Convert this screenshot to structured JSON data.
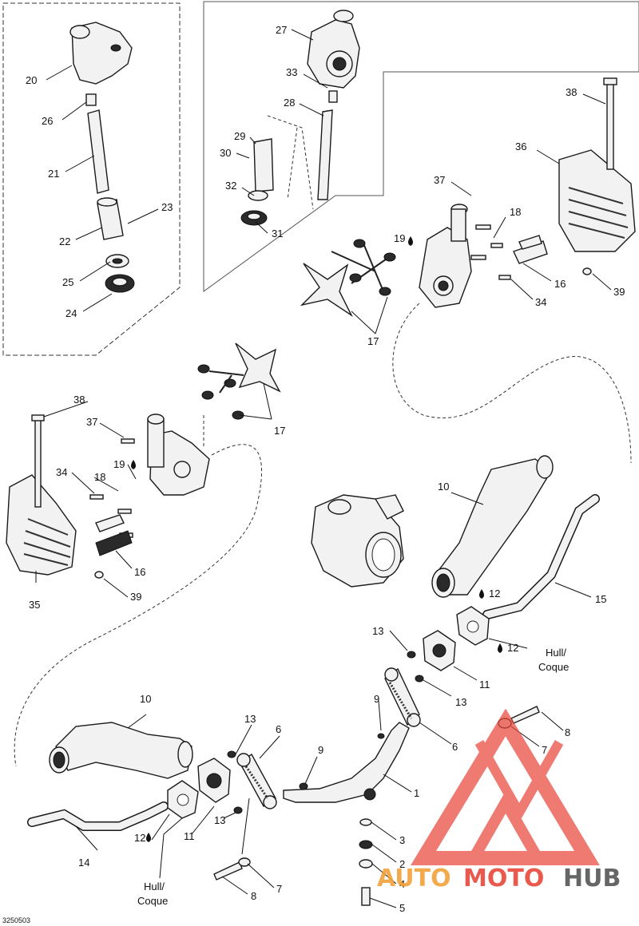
{
  "diagram": {
    "reference_code": "3250503",
    "hull_label": "Hull/\nCoque",
    "hull_label_line1": "Hull/",
    "hull_label_line2": "Coque",
    "callouts": [
      "1",
      "2",
      "3",
      "4",
      "5",
      "6",
      "7",
      "8",
      "9",
      "10",
      "11",
      "12",
      "13",
      "14",
      "15",
      "16",
      "17",
      "18",
      "19",
      "20",
      "21",
      "22",
      "23",
      "24",
      "25",
      "26",
      "27",
      "28",
      "29",
      "30",
      "31",
      "32",
      "33",
      "34",
      "35",
      "36",
      "37",
      "38",
      "39"
    ]
  },
  "watermark": {
    "text_part1": "AUTO",
    "text_part2": "MOTO",
    "text_part3": "HUB",
    "colors": {
      "red": "#e8473b",
      "orange": "#f2a13a",
      "gray": "#555555"
    }
  }
}
